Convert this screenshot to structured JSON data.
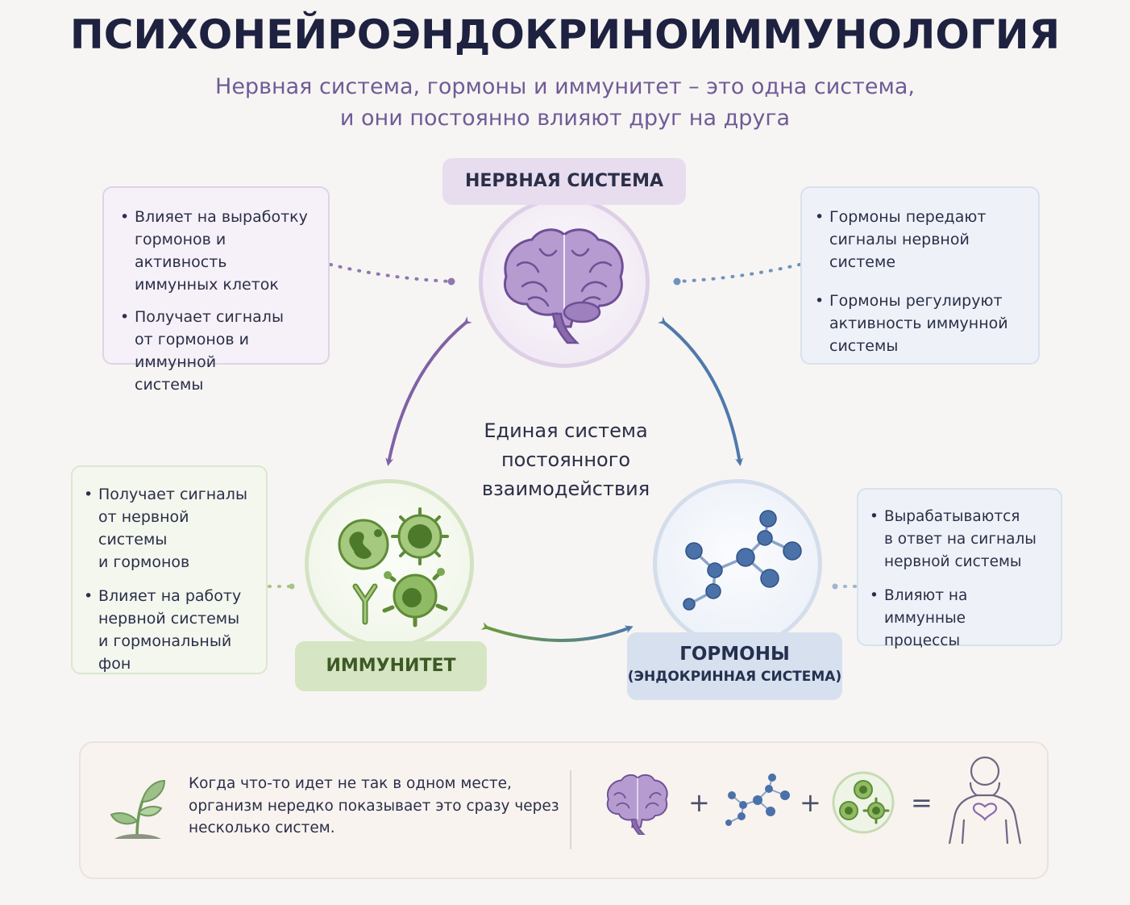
{
  "title": "ПСИХОНЕЙРОЭНДОКРИНОИММУНОЛОГИЯ",
  "subtitle": {
    "line1": "Нервная система, гормоны и иммунитет – это одна система,",
    "line2": "и они постоянно влияют друг на друга"
  },
  "nodes": {
    "nervous": {
      "label": "НЕРВНАЯ СИСТЕМА",
      "icon": "brain-icon",
      "color": "#8c6ab0"
    },
    "immune": {
      "label": "ИММУНИТЕТ",
      "icon": "immune-cells-icon",
      "color": "#6c9a3e"
    },
    "hormones": {
      "label_line1": "ГОРМОНЫ",
      "label_line2": "(ЭНДОКРИННАЯ СИСТЕМА)",
      "icon": "molecule-icon",
      "color": "#4f79ab"
    }
  },
  "center": {
    "line1": "Единая система",
    "line2": "постоянного",
    "line3": "взаимодействия"
  },
  "boxes": {
    "nervous": [
      {
        "l1": "Влияет на выработку",
        "l2": "гормонов и активность",
        "l3": "иммунных клеток"
      },
      {
        "l1": "Получает сигналы",
        "l2": "от гормонов и иммунной",
        "l3": "системы"
      }
    ],
    "hormones_top": [
      {
        "l1": "Гормоны передают",
        "l2": "сигналы нервной системе"
      },
      {
        "l1": "Гормоны регулируют",
        "l2": "активность иммунной",
        "l3": "системы"
      }
    ],
    "immune": [
      {
        "l1": "Получает сигналы",
        "l2": "от нервной системы",
        "l3": "и гормонов"
      },
      {
        "l1": "Влияет на работу",
        "l2": "нервной системы",
        "l3": "и гормональный",
        "l4": "фон"
      }
    ],
    "hormones_bottom": [
      {
        "l1": "Вырабатываются",
        "l2": "в ответ на сигналы",
        "l3": "нервной системы"
      },
      {
        "l1": "Влияют на иммунные",
        "l2": "процессы"
      }
    ]
  },
  "bottom": {
    "line1": "Когда что-то идет не так в одном месте,",
    "line2": "организм нередко показывает это сразу через",
    "line3": "несколько систем.",
    "plus": "+",
    "equals": "=",
    "icons": [
      "sprout-icon",
      "brain-icon",
      "molecule-icon",
      "immune-cells-icon",
      "human-heart-icon"
    ]
  }
}
